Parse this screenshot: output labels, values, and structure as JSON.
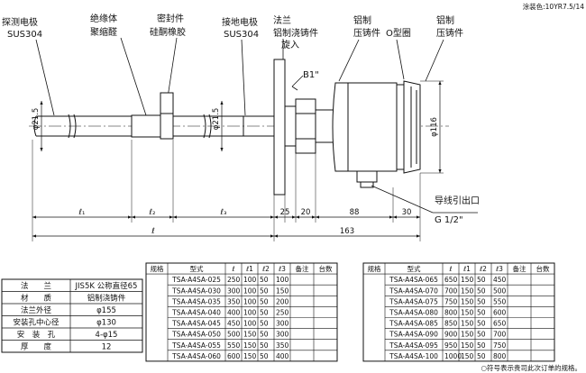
{
  "paint_note": "涂装色:10YR7.5/14",
  "callouts": {
    "probe": [
      "探测电极",
      "SUS304"
    ],
    "insulator": [
      "绝缘体",
      "聚缩醛"
    ],
    "seal": [
      "密封件",
      "硅酮橡胶"
    ],
    "ground": [
      "接地电极",
      "SUS304"
    ],
    "flange": [
      "法兰",
      "铝制浇铸件",
      "旋入"
    ],
    "housing": [
      "铝制",
      "压铸件"
    ],
    "oring": [
      "O型圈"
    ],
    "cover": [
      "铝制",
      "压铸件"
    ],
    "thread": "B1\"",
    "cable_entry": [
      "导线引出口",
      "G 1/2\""
    ]
  },
  "dimensions": {
    "rod_dia_1": "φ21.5",
    "rod_dia_2": "φ21.5",
    "body_dia": "φ116",
    "l1": "ℓ₁",
    "l2": "ℓ₂",
    "l3": "ℓ₃",
    "l": "ℓ",
    "d25": "25",
    "d20": "20",
    "d88": "88",
    "d30": "30",
    "d163": "163"
  },
  "flange_spec": {
    "rows": [
      {
        "label": "法　　兰",
        "value": "JIS5K 公称直径65"
      },
      {
        "label": "材　　质",
        "value": "铝制浇铸件"
      },
      {
        "label": "法兰外径",
        "value": "φ155"
      },
      {
        "label": "安装孔中心径",
        "value": "φ130"
      },
      {
        "label": "安　装　孔",
        "value": "4-φ15"
      },
      {
        "label": "厚　　度",
        "value": "12"
      }
    ]
  },
  "model_table": {
    "headers": [
      "规格",
      "型式",
      "ℓ",
      "ℓ1",
      "ℓ2",
      "ℓ3",
      "备注",
      "台数"
    ],
    "left_rows": [
      [
        "TSA-A4SA-025",
        "250",
        "100",
        "50",
        "100"
      ],
      [
        "TSA-A4SA-030",
        "300",
        "100",
        "50",
        "150"
      ],
      [
        "TSA-A4SA-035",
        "350",
        "100",
        "50",
        "200"
      ],
      [
        "TSA-A4SA-040",
        "400",
        "100",
        "50",
        "250"
      ],
      [
        "TSA-A4SA-045",
        "450",
        "100",
        "50",
        "300"
      ],
      [
        "TSA-A4SA-050",
        "500",
        "150",
        "50",
        "300"
      ],
      [
        "TSA-A4SA-055",
        "550",
        "150",
        "50",
        "350"
      ],
      [
        "TSA-A4SA-060",
        "600",
        "150",
        "50",
        "400"
      ]
    ],
    "right_rows": [
      [
        "TSA-A4SA-065",
        "650",
        "150",
        "50",
        "450"
      ],
      [
        "TSA-A4SA-070",
        "700",
        "150",
        "50",
        "500"
      ],
      [
        "TSA-A4SA-075",
        "750",
        "150",
        "50",
        "550"
      ],
      [
        "TSA-A4SA-080",
        "800",
        "150",
        "50",
        "600"
      ],
      [
        "TSA-A4SA-085",
        "850",
        "150",
        "50",
        "650"
      ],
      [
        "TSA-A4SA-090",
        "900",
        "150",
        "50",
        "700"
      ],
      [
        "TSA-A4SA-095",
        "950",
        "150",
        "50",
        "750"
      ],
      [
        "TSA-A4SA-100",
        "1000",
        "150",
        "50",
        "800"
      ]
    ]
  },
  "footnote": "○符号表示贵司此次订单的规格。"
}
